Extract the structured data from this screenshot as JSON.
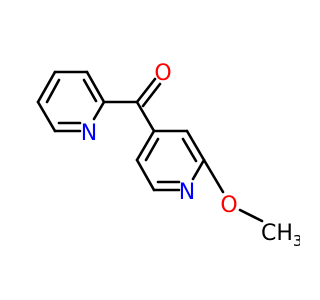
{
  "molecule": {
    "atoms": {
      "oxygen_carbonyl": {
        "label": "O",
        "color": "#ff0000"
      },
      "nitrogen_left_ring": {
        "label": "N",
        "color": "#0000ff"
      },
      "nitrogen_right_ring": {
        "label": "N",
        "color": "#0000ff"
      },
      "oxygen_methoxy": {
        "label": "O",
        "color": "#ff0000"
      },
      "methyl": {
        "label": "CH3",
        "color": "#000000"
      }
    },
    "bond_color": "#000000",
    "background": "#ffffff"
  }
}
